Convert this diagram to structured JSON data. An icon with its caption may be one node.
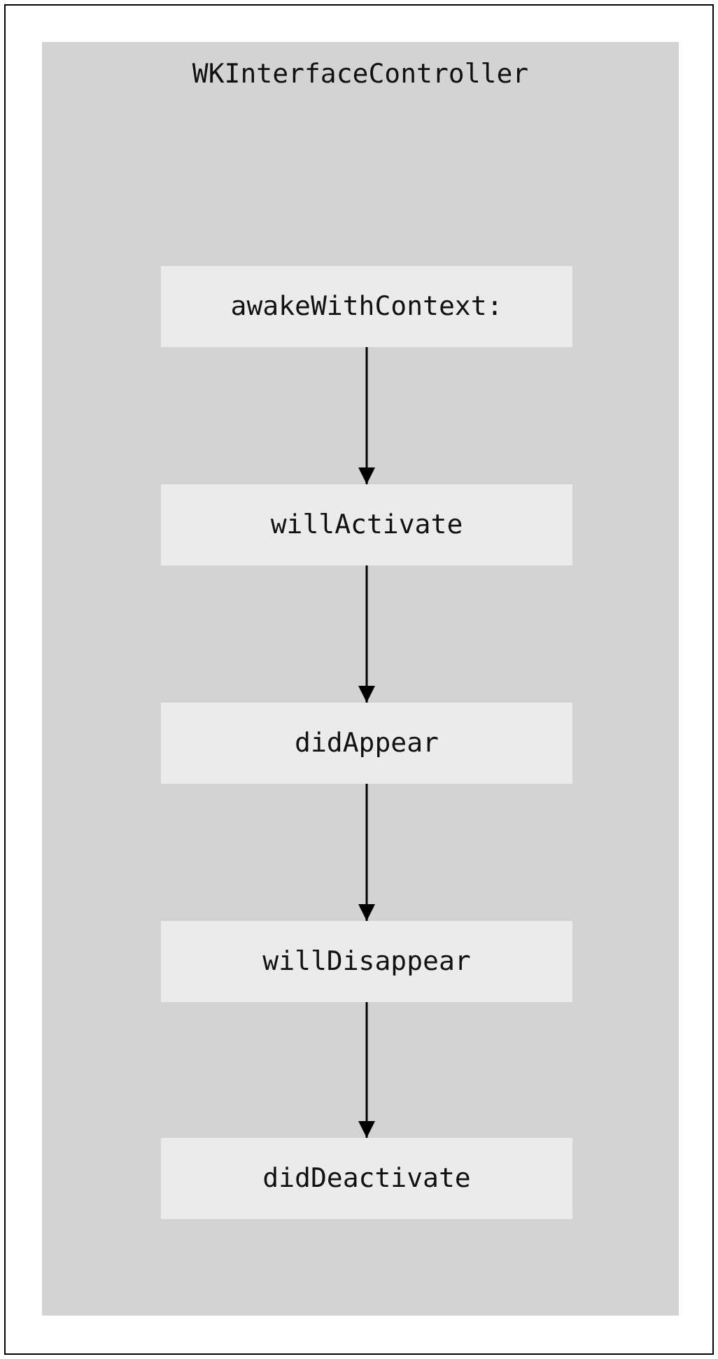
{
  "diagram": {
    "nodes": [
      {
        "text": [
          "WKInterfaceController"
        ]
      },
      {
        "text": [
          "awakeWithContext:"
        ],
        "in": 0
      },
      {
        "text": [
          "willActivate"
        ],
        "in": 0
      },
      {
        "text": [
          "didAppear"
        ],
        "in": 0
      },
      {
        "text": [
          "willDisappear"
        ],
        "in": 0
      },
      {
        "text": [
          "didDeactivate"
        ],
        "in": 0
      }
    ],
    "edges": [
      {
        "from": 1,
        "to": 2,
        "arrow": "to"
      },
      {
        "from": 2,
        "to": 3,
        "arrow": "to"
      },
      {
        "from": 3,
        "to": 4,
        "arrow": "to"
      },
      {
        "from": 4,
        "to": 5,
        "arrow": "to"
      }
    ]
  }
}
